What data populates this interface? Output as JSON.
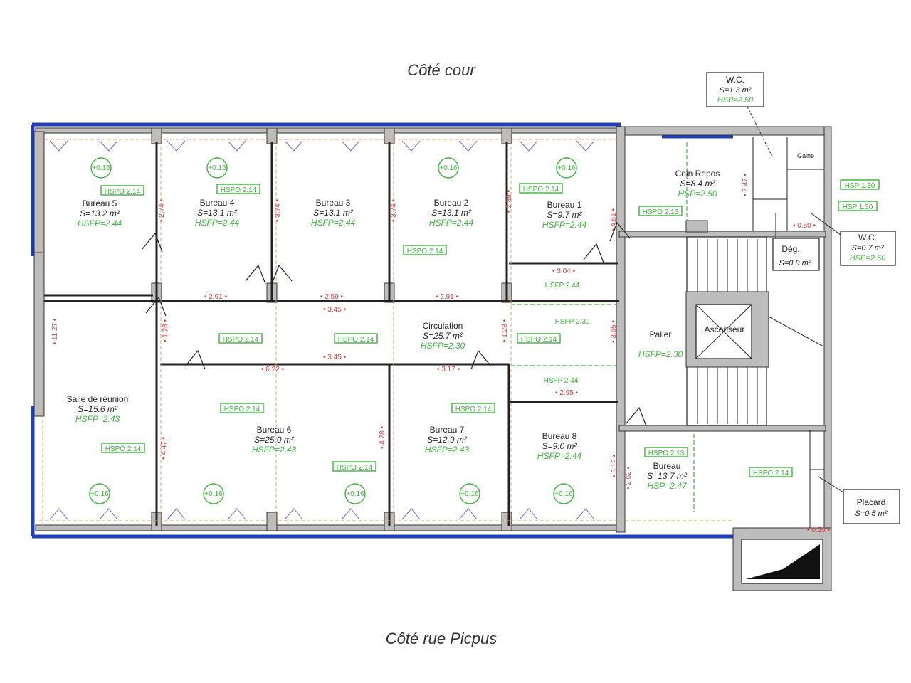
{
  "orientation": {
    "top": "Côté cour",
    "bottom": "Côté rue Picpus"
  },
  "rooms": {
    "bureau5": {
      "name": "Bureau 5",
      "area": "S=13.2 m²",
      "height": "HSFP=2.44"
    },
    "bureau4": {
      "name": "Bureau 4",
      "area": "S=13.1 m²",
      "height": "HSFP=2.44"
    },
    "bureau3": {
      "name": "Bureau 3",
      "area": "S=13.1 m²",
      "height": "HSFP=2.44"
    },
    "bureau2": {
      "name": "Bureau 2",
      "area": "S=13.1 m²",
      "height": "HSFP=2.44"
    },
    "bureau1": {
      "name": "Bureau 1",
      "area": "S=9.7 m²",
      "height": "HSFP=2.44"
    },
    "circulation": {
      "name": "Circulation",
      "area": "S=25.7 m²",
      "height": "HSFP=2.30"
    },
    "salle": {
      "name": "Salle de réunion",
      "area": "S=15.6 m²",
      "height": "HSFP=2.43"
    },
    "bureau6": {
      "name": "Bureau 6",
      "area": "S=25.0 m²",
      "height": "HSFP=2.43"
    },
    "bureau7": {
      "name": "Bureau 7",
      "area": "S=12.9 m²",
      "height": "HSFP=2.43"
    },
    "bureau8": {
      "name": "Bureau 8",
      "area": "S=9.0 m²",
      "height": "HSFP=2.44"
    },
    "coin_repos": {
      "name": "Coin Repos",
      "area": "S=8.4 m²",
      "height": "HSP=2.50"
    },
    "palier": {
      "name": "Palier",
      "height": "HSFP=2.30"
    },
    "ascenseur": {
      "name": "Ascenseur"
    },
    "bureau_right": {
      "name": "Bureau",
      "area": "S=13.7 m²",
      "height": "HSP=2.47"
    },
    "gaine": {
      "name": "Gaine"
    }
  },
  "callouts": {
    "wc1": {
      "name": "W.C.",
      "area": "S=1.3 m²",
      "height": "HSP=2.50"
    },
    "wc2": {
      "name": "W.C.",
      "area": "S=0.7 m²",
      "height": "HSP=2.50"
    },
    "deg": {
      "name": "Dég.",
      "area": "S=0.9 m²"
    },
    "placard": {
      "name": "Placard",
      "area": "S=0.5 m²"
    }
  },
  "height_tags": [
    "HSPO 2.14",
    "HSPO 2.14",
    "HSPO 2.14",
    "HSPO 2.14",
    "HSPO 2.14",
    "HSPO 2.14",
    "HSPO 2.14",
    "HSPO 2.14",
    "HSPO 2.14",
    "HSPO 2.14",
    "HSPO 2.14",
    "HSPO 2.13",
    "HSPO 2.13",
    "HSPO 2.14",
    "HSP 1.30",
    "HSP 1.30"
  ],
  "open_heights": [
    "HSFP 2.44",
    "HSFP 2.30",
    "HSFP 2.44"
  ],
  "level_marks": [
    "+0.16",
    "+0.16",
    "+0.16",
    "+0.16",
    "+0.16",
    "+0.16",
    "+0.16",
    "+0.16",
    "+0.16"
  ],
  "dimensions": [
    "2.91",
    "2.59",
    "2.91",
    "3.45",
    "3.45",
    "6.22",
    "3.17",
    "3.04",
    "2.95",
    "11.27",
    "1.28",
    "1.28",
    "3.65",
    "4.47",
    "4.28",
    "3.12",
    "4.51",
    "2.74",
    "3.74",
    "3.74",
    "2.89",
    "2.47",
    "0.50",
    "2.62",
    "0.50"
  ],
  "colors": {
    "facade": "#1f3fbf",
    "labels": "#3cb43c",
    "dimensions": "#e23a3a",
    "walls": "#bdbdbd"
  }
}
